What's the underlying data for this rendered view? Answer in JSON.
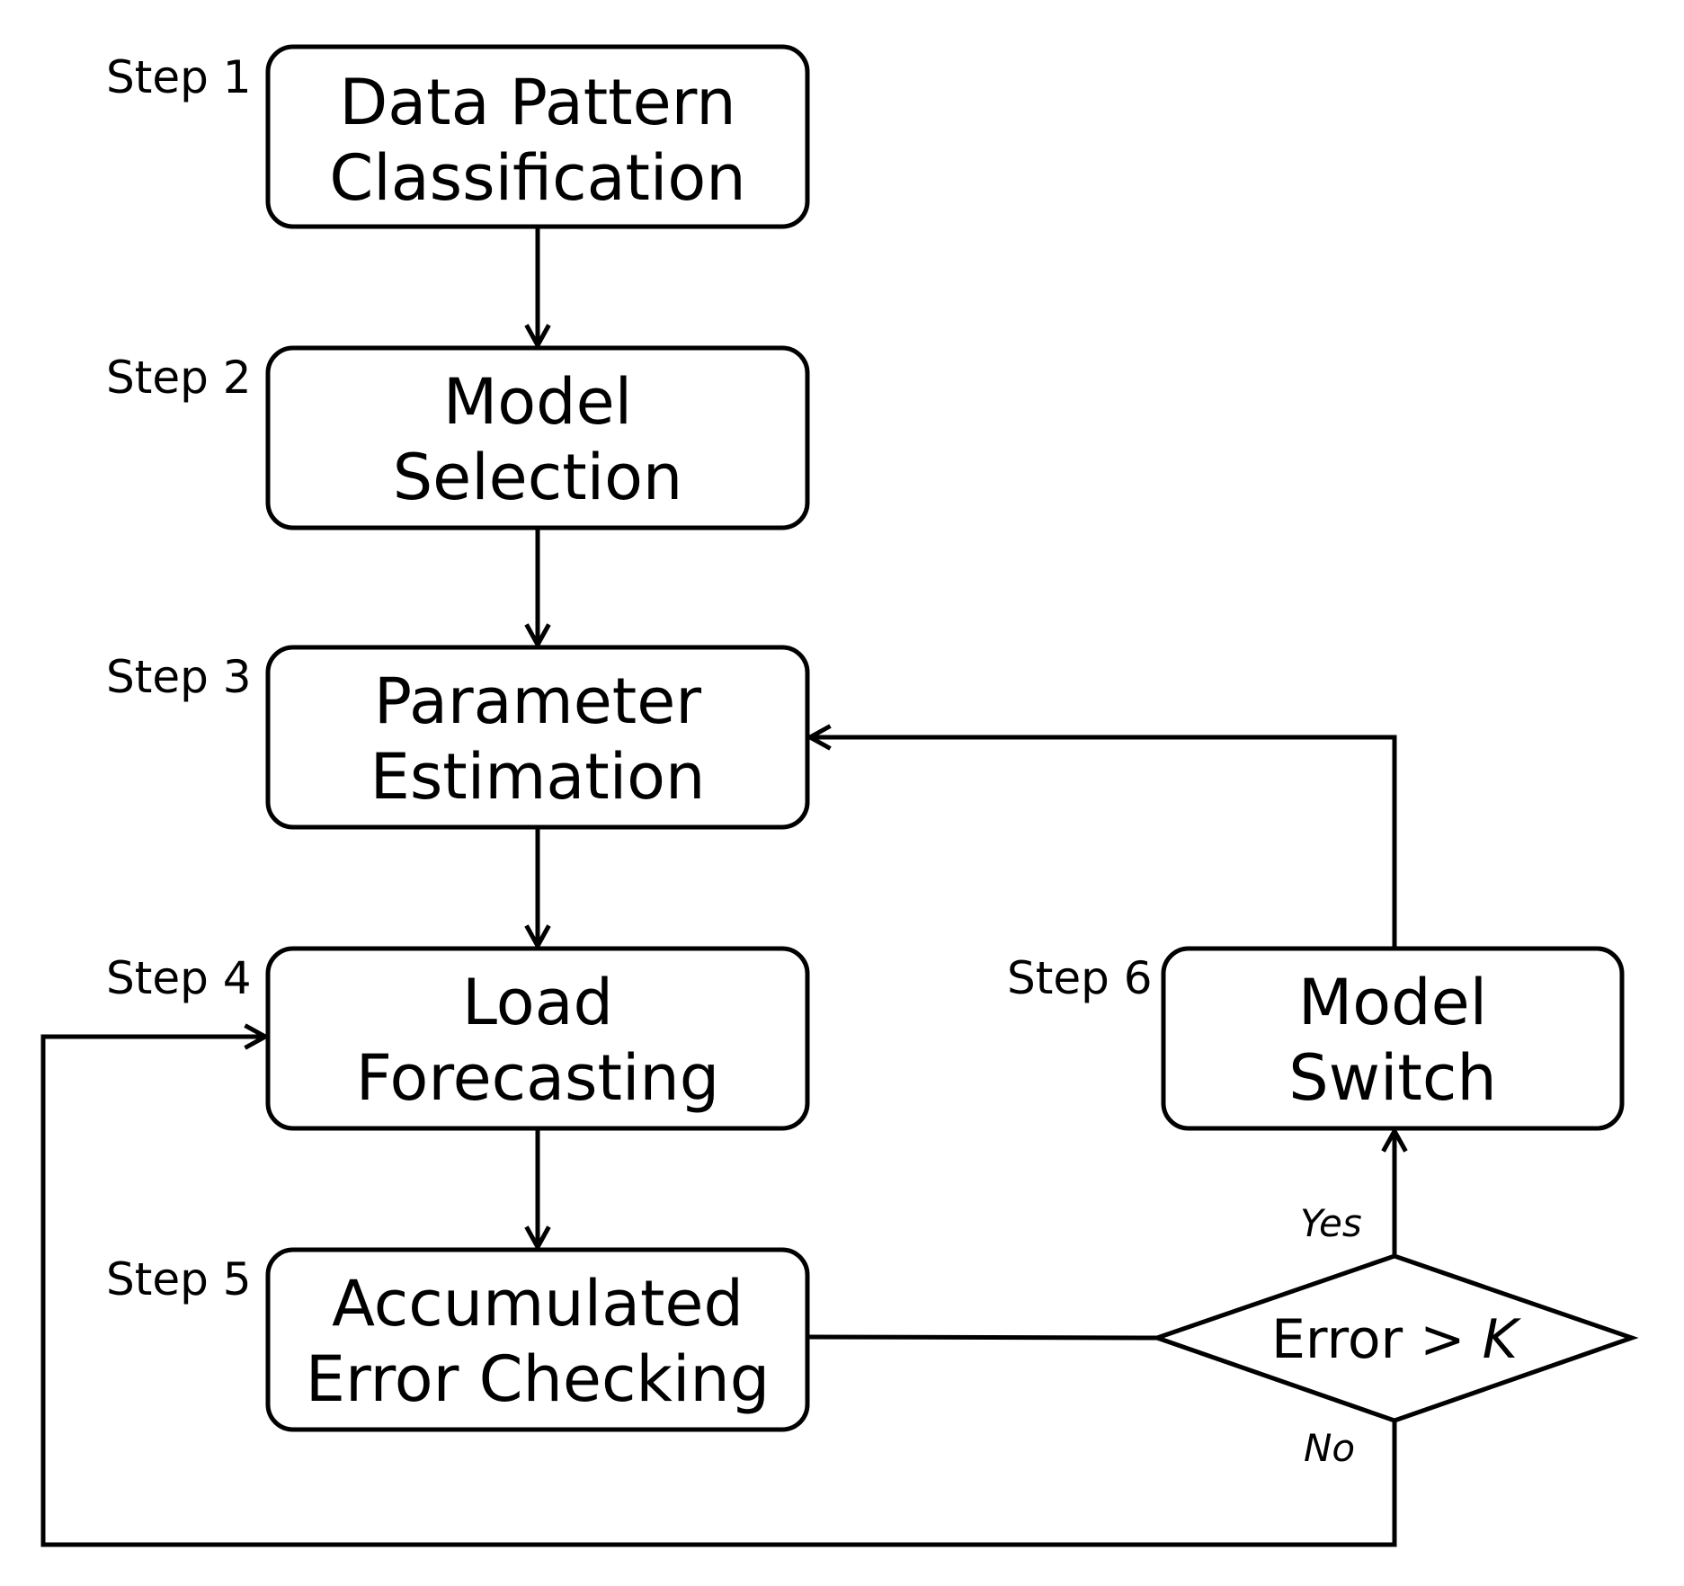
{
  "steps": [
    {
      "label": "Step 1",
      "lines": [
        "Data Pattern",
        "Classification"
      ]
    },
    {
      "label": "Step 2",
      "lines": [
        "Model",
        "Selection"
      ]
    },
    {
      "label": "Step 3",
      "lines": [
        "Parameter",
        "Estimation"
      ]
    },
    {
      "label": "Step 4",
      "lines": [
        "Load",
        "Forecasting"
      ]
    },
    {
      "label": "Step 5",
      "lines": [
        "Accumulated",
        "Error Checking"
      ]
    },
    {
      "label": "Step 6",
      "lines": [
        "Model",
        "Switch"
      ]
    }
  ],
  "decision": {
    "text": "Error >",
    "variable": "K",
    "yes_label": "Yes",
    "no_label": "No"
  }
}
